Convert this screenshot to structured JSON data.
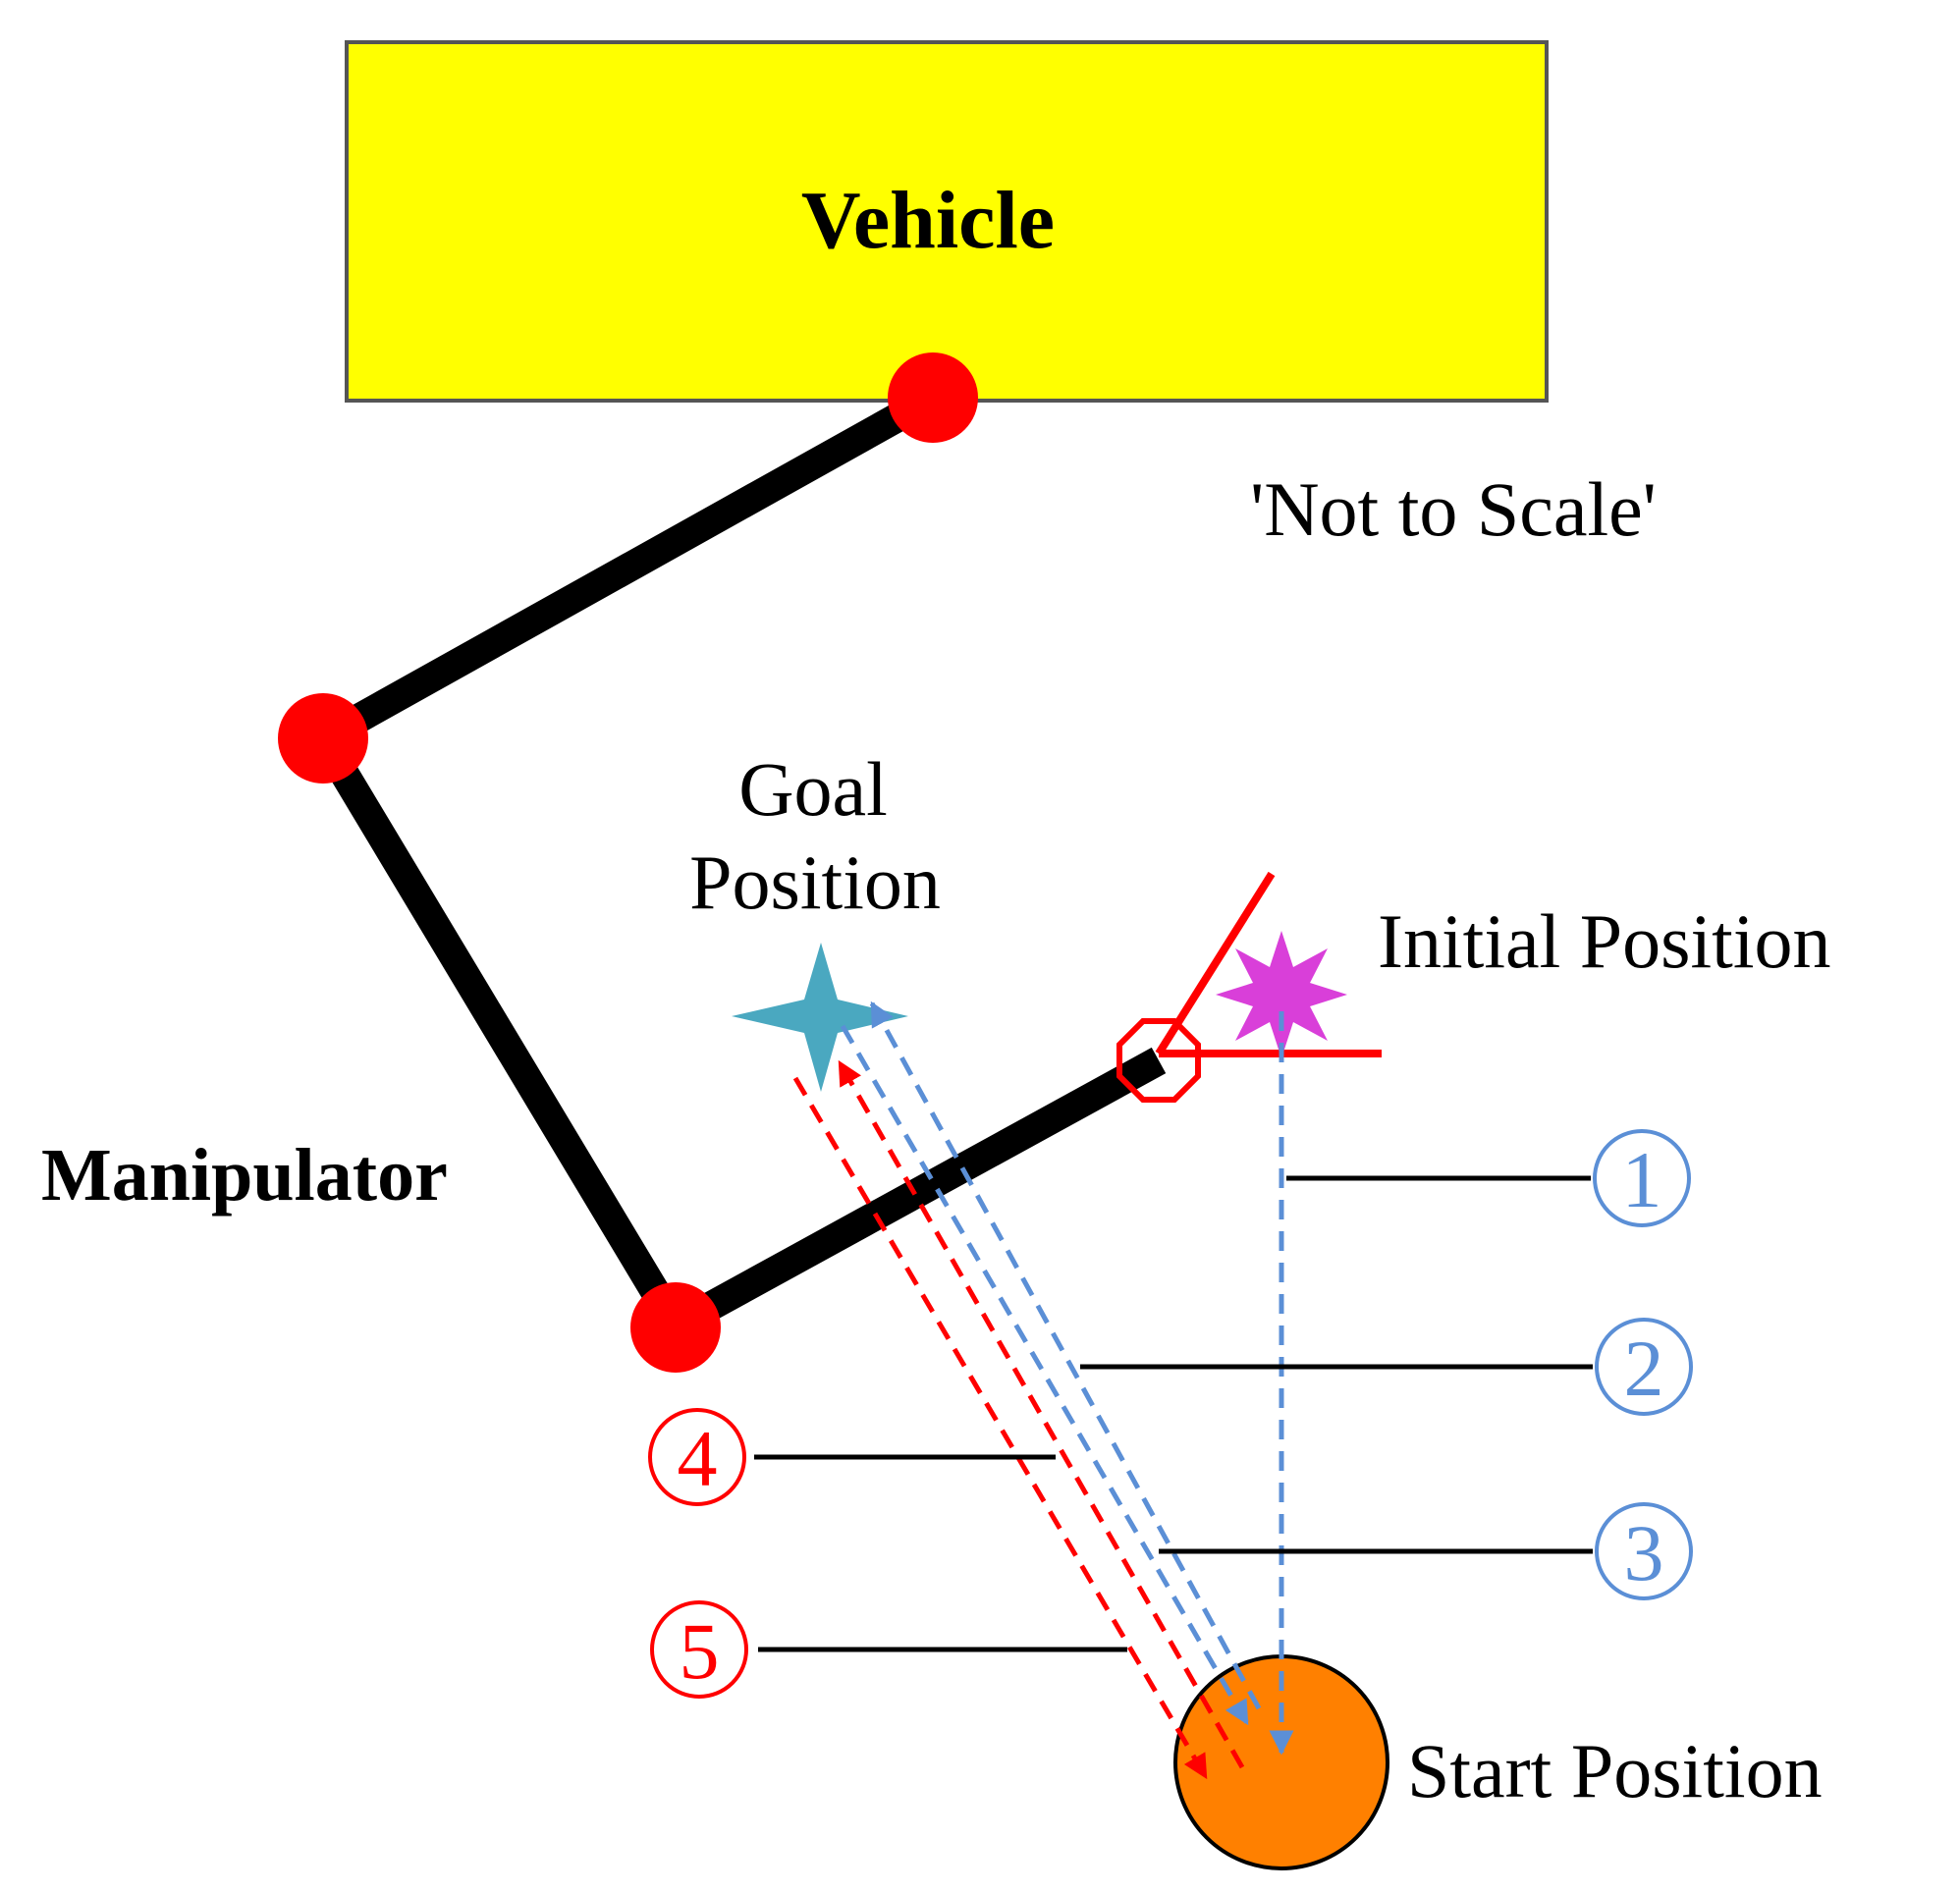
{
  "labels": {
    "vehicle": "Vehicle",
    "not_to_scale": "'Not to Scale'",
    "goal_line1": "Goal",
    "goal_line2": "Position",
    "initial_position": "Initial Position",
    "manipulator": "Manipulator",
    "start_position": "Start Position"
  },
  "steps": [
    {
      "number": "1",
      "glyph": "①",
      "color": "#5b8fd6"
    },
    {
      "number": "2",
      "glyph": "②",
      "color": "#5b8fd6"
    },
    {
      "number": "3",
      "glyph": "③",
      "color": "#5b8fd6"
    },
    {
      "number": "4",
      "glyph": "④",
      "color": "#ff0000"
    },
    {
      "number": "5",
      "glyph": "⑤",
      "color": "#ff0000"
    }
  ],
  "colors": {
    "vehicle_fill": "#ffff00",
    "vehicle_border": "#555555",
    "joint": "#ff0000",
    "link": "#000000",
    "goal_star": "#4aa8c0",
    "initial_star": "#d93fd9",
    "start_circle": "#ff8000",
    "blue_path": "#5b8fd6",
    "red_path": "#ff0000",
    "frame": "#ff0000"
  },
  "icons": {
    "goal": "four-point-star-icon",
    "initial": "eight-point-star-icon",
    "start": "circle-icon",
    "joint": "dot-icon",
    "end_effector": "octagon-icon"
  }
}
